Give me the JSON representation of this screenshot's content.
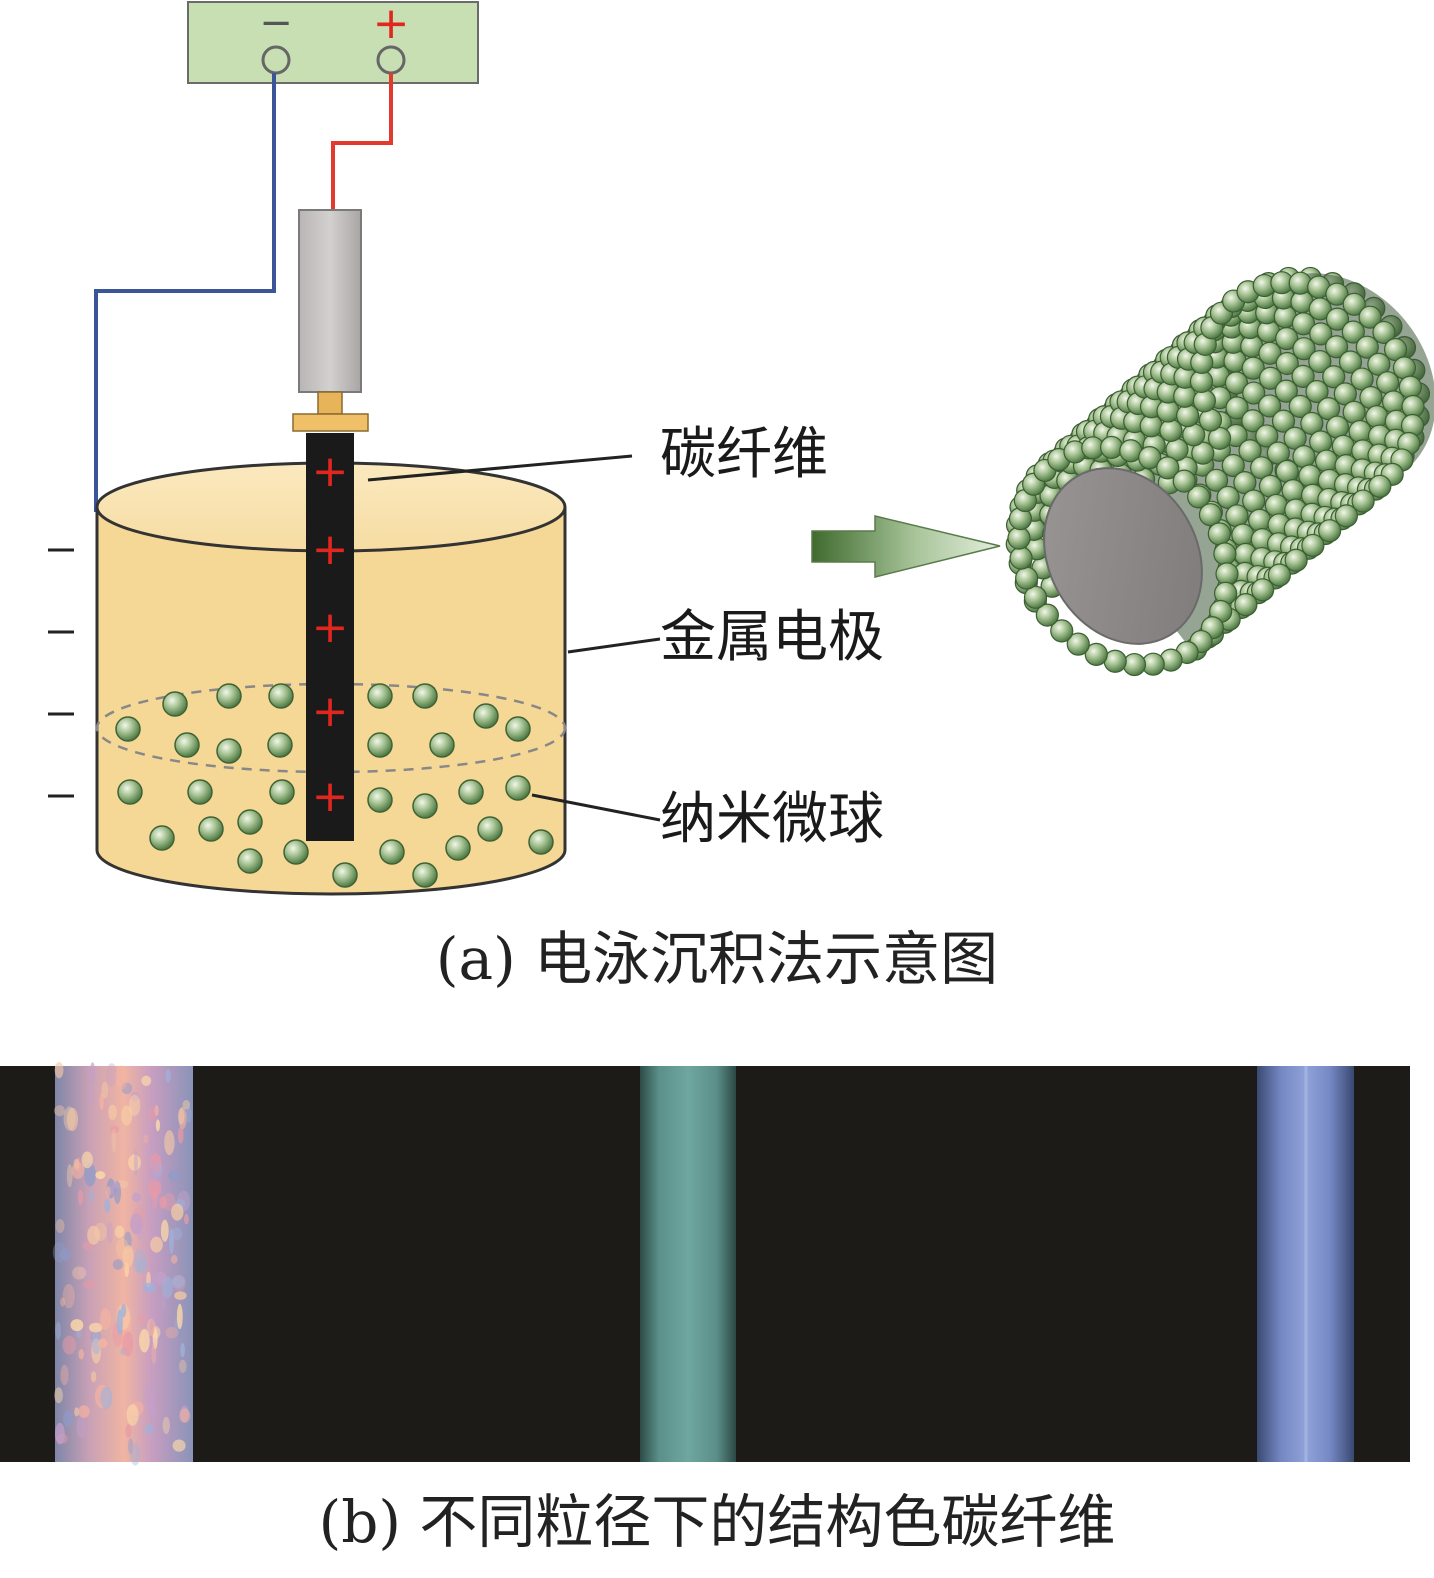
{
  "figure_a": {
    "caption": "(a) 电泳沉积法示意图",
    "power_supply": {
      "neg_symbol": "−",
      "pos_symbol": "+"
    },
    "labels": {
      "carbon_fiber": "碳纤维",
      "metal_electrode": "金属电极",
      "nano_spheres": "纳米微球"
    },
    "fiber_charge_symbol": "+",
    "beaker_charge_symbol": "−",
    "colors": {
      "power_box": "#c7dfb3",
      "neg_wire": "#3b5698",
      "pos_wire": "#e23a2f",
      "solution": "#f5d796",
      "fiber": "#1a1a1a",
      "plus_sign": "#e0261f",
      "sphere": "#8fb07e",
      "core": "#8c8888"
    }
  },
  "figure_b": {
    "caption": "(b) 不同粒径下的结构色碳纤维"
  }
}
